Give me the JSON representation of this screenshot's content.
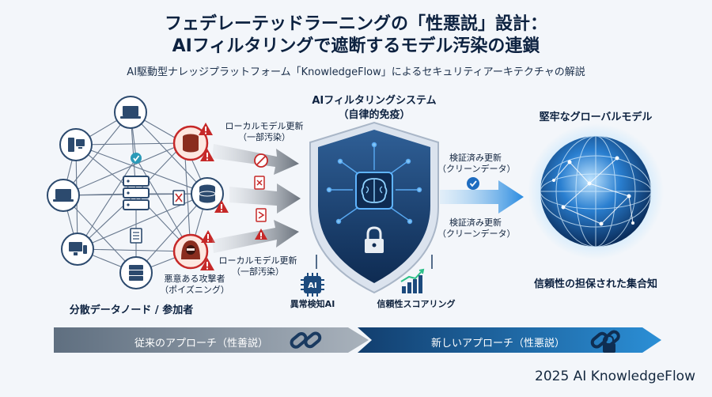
{
  "header": {
    "title_line1": "フェデレーテッドラーニングの「性悪説」設計：",
    "title_line2": "AIフィルタリングで遮断するモデル汚染の連鎖",
    "subtitle": "AI駆動型ナレッジプラットフォーム「KnowledgeFlow」によるセキュリティアーキテクチャの解説"
  },
  "left": {
    "caption": "分散データノード / 参加者",
    "attacker_label_1": "悪意ある攻撃者",
    "attacker_label_2": "（ポイズニング）"
  },
  "flows": {
    "top_label_1": "ローカルモデル更新",
    "top_label_2": "（一部汚染）",
    "bottom_label_1": "ローカルモデル更新",
    "bottom_label_2": "（一部汚染）"
  },
  "filter": {
    "title_1": "AIフィルタリングシステム",
    "title_2": "（自律的免疫）",
    "anomaly_label": "異常検知AI",
    "score_label": "信頼性スコアリング",
    "ai_badge": "AI"
  },
  "verified": {
    "label_top_1": "検証済み更新",
    "label_top_2": "（クリーンデータ）",
    "label_bottom_1": "検証済み更新",
    "label_bottom_2": "（クリーンデータ）"
  },
  "global": {
    "title": "堅牢なグローバルモデル",
    "caption": "信頼性の担保された集合知"
  },
  "bottom": {
    "old_approach": "従来のアプローチ（性善説）",
    "new_approach": "新しいアプローチ（性悪説）"
  },
  "footer": {
    "copyright": "2025 AI KnowledgeFlow"
  },
  "colors": {
    "navy": "#0d2240",
    "danger": "#c62828",
    "accent": "#1e88e5",
    "gray_bar": "#8c97a3",
    "blue_bar": "#1d5f9a"
  }
}
